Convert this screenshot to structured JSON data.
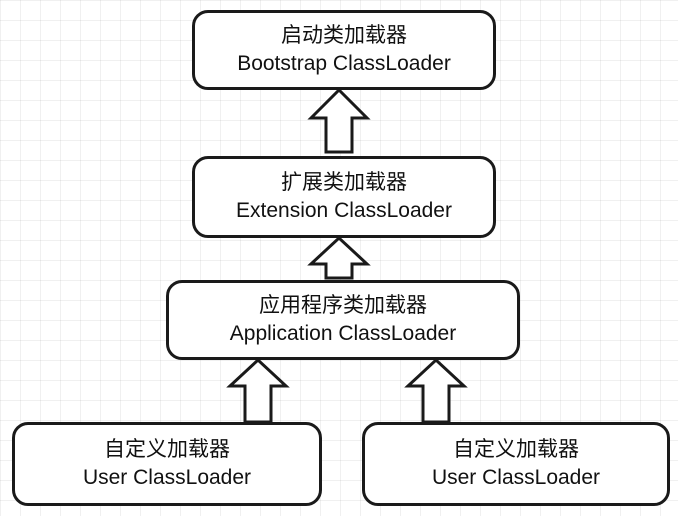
{
  "diagram": {
    "nodes": {
      "bootstrap": {
        "line1": "启动类加载器",
        "line2": "Bootstrap ClassLoader"
      },
      "extension": {
        "line1": "扩展类加载器",
        "line2": "Extension ClassLoader"
      },
      "application": {
        "line1": "应用程序类加载器",
        "line2": "Application ClassLoader"
      },
      "user_left": {
        "line1": "自定义加载器",
        "line2": "User ClassLoader"
      },
      "user_right": {
        "line1": "自定义加载器",
        "line2": "User ClassLoader"
      }
    },
    "edges": [
      {
        "from": "extension",
        "to": "bootstrap"
      },
      {
        "from": "application",
        "to": "extension"
      },
      {
        "from": "user_left",
        "to": "application"
      },
      {
        "from": "user_right",
        "to": "application"
      }
    ],
    "colors": {
      "stroke": "#1a1a1a",
      "fill": "#ffffff",
      "text": "#111111"
    }
  }
}
